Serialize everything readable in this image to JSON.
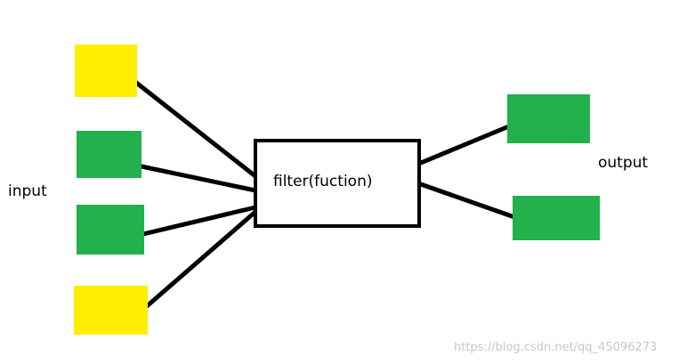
{
  "labels": {
    "input": "input",
    "output": "output",
    "filter": "filter(fuction)",
    "watermark": "https://blog.csdn.net/qq_45096273"
  },
  "colors": {
    "yellow": "#ffee00",
    "green": "#22b14c",
    "line": "#000000"
  }
}
